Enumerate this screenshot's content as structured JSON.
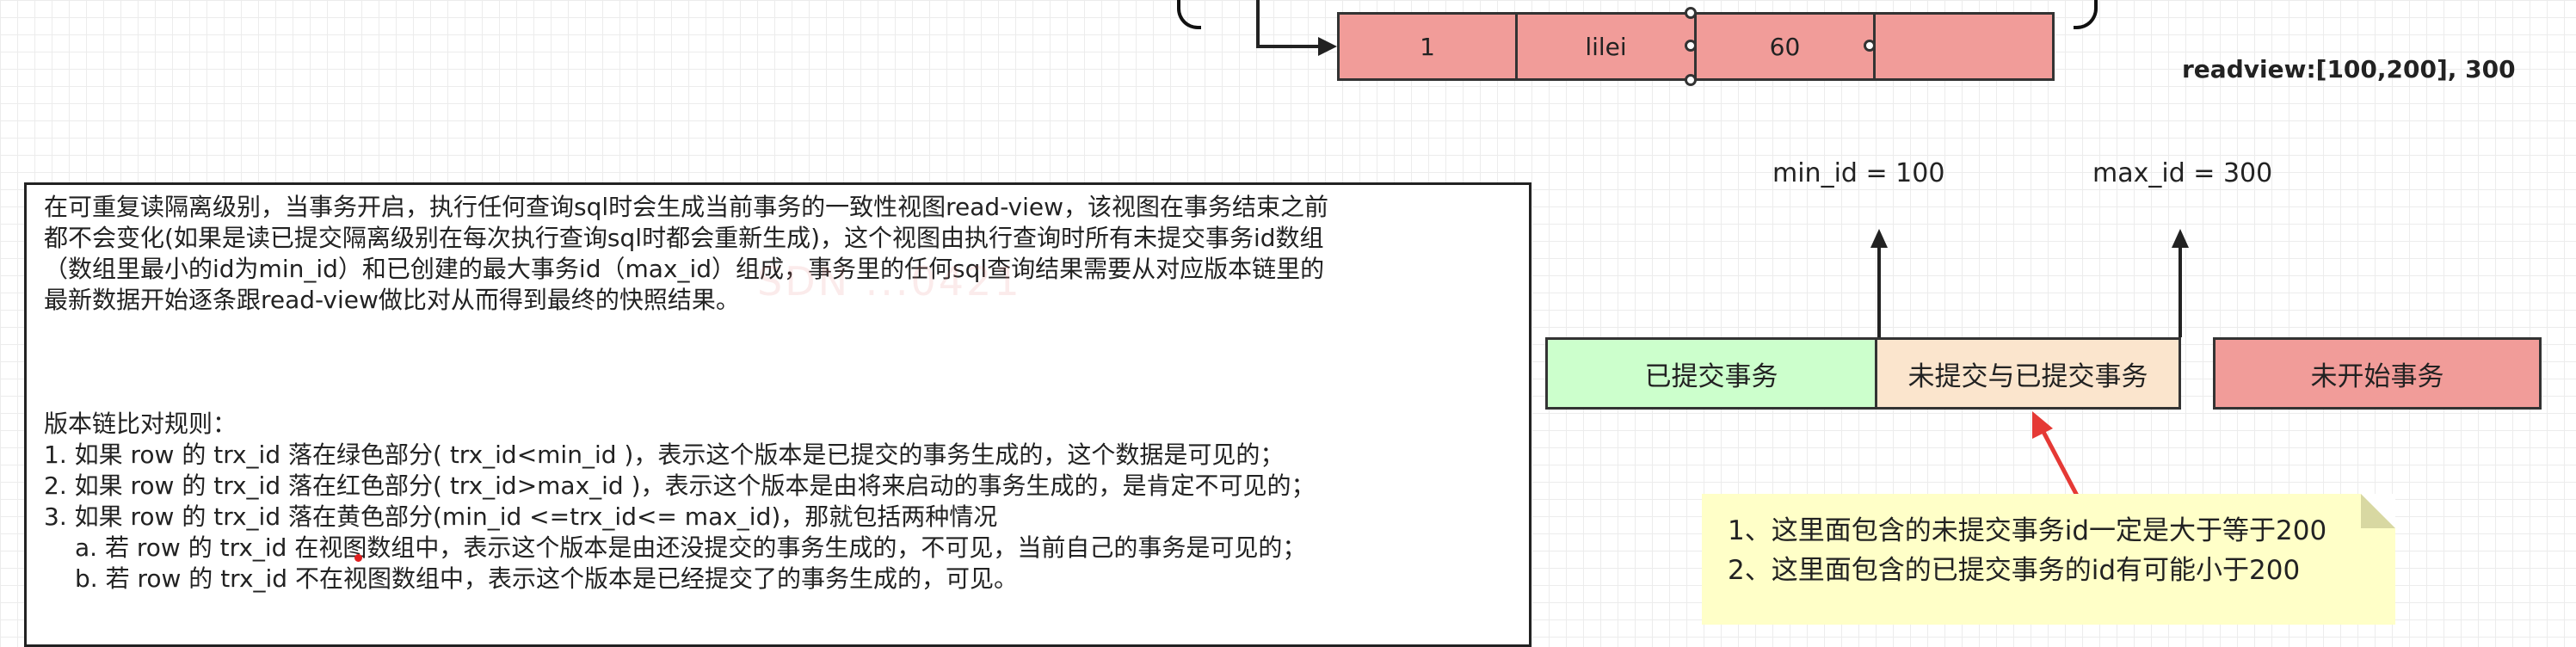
{
  "record": {
    "cells": [
      "1",
      "lilei",
      "60",
      ""
    ]
  },
  "readview": "readview:[100,200], 300",
  "description": [
    "在可重复读隔离级别，当事务开启，执行任何查询sql时会生成当前事务的一致性视图read-view，该视图在事务结束之前",
    "都不会变化(如果是读已提交隔离级别在每次执行查询sql时都会重新生成)，这个视图由执行查询时所有未提交事务id数组",
    "（数组里最小的id为min_id）和已创建的最大事务id（max_id）组成，事务里的任何sql查询结果需要从对应版本链里的",
    "最新数据开始逐条跟read-view做比对从而得到最终的快照结果。"
  ],
  "rules": {
    "title": "版本链比对规则：",
    "items": [
      "1. 如果 row 的 trx_id 落在绿色部分( trx_id<min_id )，表示这个版本是已提交的事务生成的，这个数据是可见的；",
      "2. 如果 row 的 trx_id 落在红色部分( trx_id>max_id )，表示这个版本是由将来启动的事务生成的，是肯定不可见的；",
      "3. 如果 row 的 trx_id 落在黄色部分(min_id <=trx_id<= max_id)，那就包括两种情况"
    ],
    "subitems": [
      "a. 若 row 的 trx_id 在视图数组中，表示这个版本是由还没提交的事务生成的，不可见，当前自己的事务是可见的；",
      "b. 若 row 的 trx_id 不在视图数组中，表示这个版本是已经提交了的事务生成的，可见。"
    ]
  },
  "watermark": "SDN ...0421",
  "min_id_label": "min_id = 100",
  "max_id_label": "max_id = 300",
  "segments": [
    {
      "label": "已提交事务",
      "color": "#ccffcc"
    },
    {
      "label": "未提交与已提交事务",
      "color": "#fbe5cd"
    },
    {
      "label": "未开始事务",
      "color": "#f19c99"
    }
  ],
  "note": [
    "1、这里面包含的未提交事务id一定是大于等于200",
    "2、这里面包含的已提交事务的id有可能小于200"
  ],
  "colors": {
    "arrow": "#e53935",
    "line": "#222222",
    "note_bg": "#ffffc8"
  }
}
